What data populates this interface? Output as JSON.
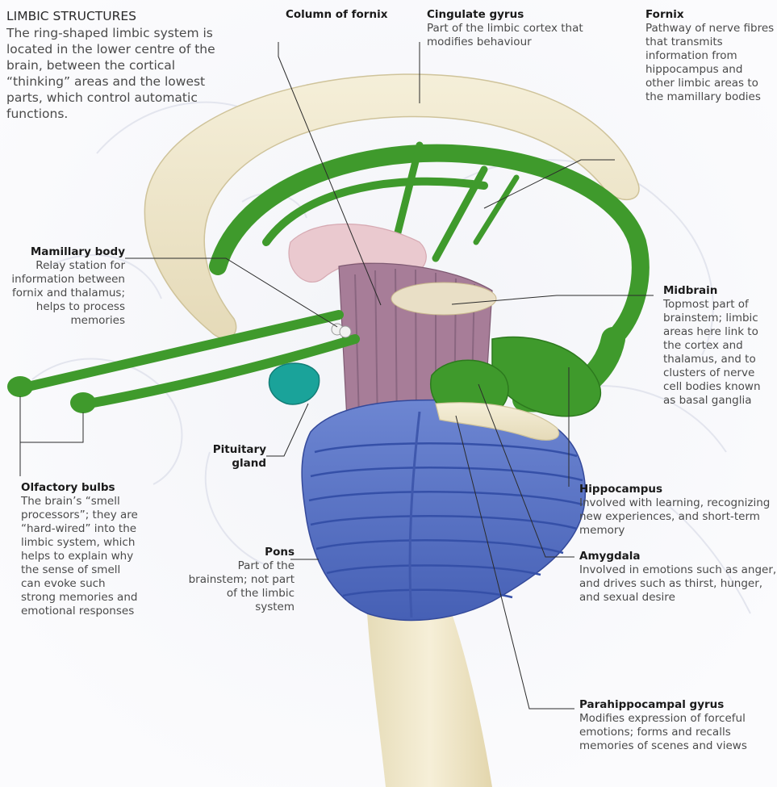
{
  "intro": {
    "heading": "LIMBIC STRUCTURES",
    "text": "The ring-shaped limbic system is located in the lower centre of the brain, between the cortical “thinking” areas and the lowest parts, which control automatic functions."
  },
  "labels": {
    "column_of_fornix": {
      "title": "Column of fornix"
    },
    "cingulate_gyrus": {
      "title": "Cingulate gyrus",
      "desc": "Part of the limbic cortex that modifies behaviour"
    },
    "fornix": {
      "title": "Fornix",
      "desc": "Pathway of nerve fibres that transmits information from hippocampus and other limbic areas to the mamillary bodies"
    },
    "mamillary_body": {
      "title": "Mamillary body",
      "desc": "Relay station for information between fornix and thalamus; helps to process memories"
    },
    "midbrain": {
      "title": "Midbrain",
      "desc": "Topmost part of brainstem; limbic areas here link to the cortex and thalamus, and to clusters of nerve cell bodies known as basal ganglia"
    },
    "pituitary_gland": {
      "title": "Pituitary gland"
    },
    "olfactory_bulbs": {
      "title": "Olfactory bulbs",
      "desc": "The brain’s “smell processors”; they are “hard-wired” into the limbic system, which helps to explain why the sense of smell can evoke such strong memories and emotional responses"
    },
    "hippocampus": {
      "title": "Hippocampus",
      "desc": "Involved with learning, recognizing new experiences, and short-term memory"
    },
    "pons": {
      "title": "Pons",
      "desc": "Part of the brainstem; not part of the limbic system"
    },
    "amygdala": {
      "title": "Amygdala",
      "desc": "Involved in emotions such as anger, and drives such as thirst, hunger, and sexual desire"
    },
    "parahippocampal_gyrus": {
      "title": "Parahippocampal gyrus",
      "desc": "Modifies expression of forceful emotions; forms and recalls memories of scenes and views"
    }
  },
  "colors": {
    "limbic_green": "#3f9a2c",
    "cortex_cream": "#efe8cd",
    "pons_blue": "#5a74c4",
    "pituitary_teal": "#1aa39a",
    "thalamus_pink": "#eac9cf",
    "brainstem_mauve": "#a77d98",
    "leader_line": "#2b2b2b"
  }
}
